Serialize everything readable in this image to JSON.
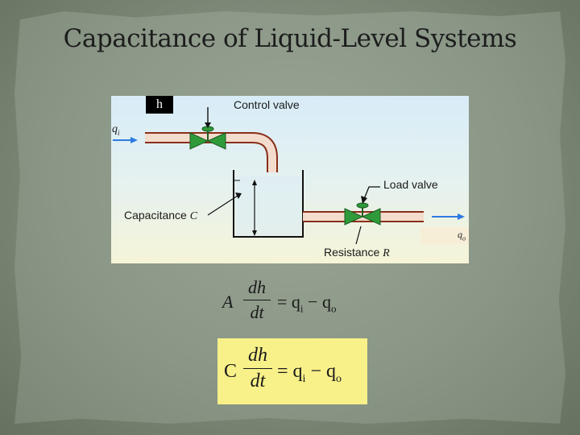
{
  "slide": {
    "title": "Capacitance of Liquid-Level Systems"
  },
  "diagram": {
    "labels": {
      "control_valve": "Control valve",
      "load_valve": "Load valve",
      "capacitance": "Capacitance",
      "capacitance_symbol": "C",
      "resistance": "Resistance",
      "resistance_symbol": "R",
      "h": "h",
      "qi": "q",
      "qi_sub": "i",
      "qo": "q",
      "qo_sub": "o"
    },
    "colors": {
      "pipe": "#8a2e1a",
      "pipe_inner": "#f4dccd",
      "valve": "#2f9a3a",
      "flow_arrow": "#2d7be0"
    }
  },
  "equations": {
    "eq1": {
      "coef": "A",
      "numerator": "dh",
      "denominator": "dt",
      "rhs": "= q",
      "rhs_sub1": "i",
      "rhs_mid": " − q",
      "rhs_sub2": "o"
    },
    "eq2": {
      "coef": "C",
      "numerator": "dh",
      "denominator": "dt",
      "rhs": "= q",
      "rhs_sub1": "i",
      "rhs_mid": " − q",
      "rhs_sub2": "o",
      "highlight": "#f8f089"
    }
  }
}
